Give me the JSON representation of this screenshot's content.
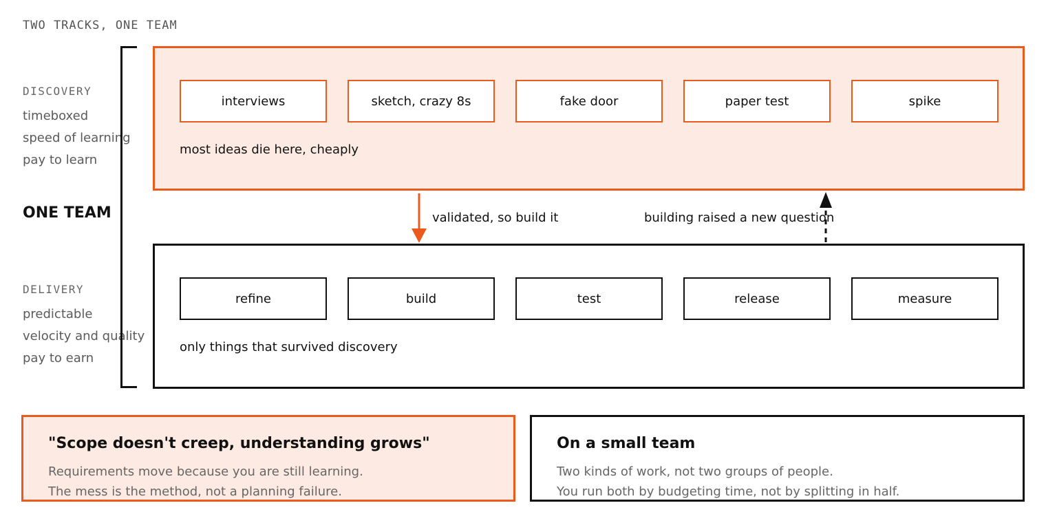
{
  "header": {
    "eyebrow": "TWO TRACKS, ONE TEAM"
  },
  "team_label": "ONE TEAM",
  "discovery": {
    "label": "DISCOVERY",
    "traits": [
      "timeboxed",
      "speed of learning",
      "pay to learn"
    ],
    "steps": [
      "interviews",
      "sketch, crazy 8s",
      "fake door",
      "paper test",
      "spike"
    ],
    "note": "most ideas die here, cheaply"
  },
  "delivery": {
    "label": "DELIVERY",
    "traits": [
      "predictable",
      "velocity and quality",
      "pay to earn"
    ],
    "steps": [
      "refine",
      "build",
      "test",
      "release",
      "measure"
    ],
    "note": "only things that survived discovery"
  },
  "flows": {
    "down_label": "validated, so build it",
    "up_label": "building raised a new question"
  },
  "callouts": {
    "quote": {
      "title": "\"Scope doesn't creep, understanding grows\"",
      "lines": [
        "Requirements move because you are still learning.",
        "The mess is the method, not a planning failure."
      ]
    },
    "small_team": {
      "title": "On a small team",
      "lines": [
        "Two kinds of work, not two groups of people.",
        "You run both by budgeting time, not by splitting in half."
      ]
    }
  },
  "colors": {
    "accent": "#ea5a1c",
    "accent_fill": "#fdebe3",
    "ink": "#111111",
    "muted": "#666666"
  }
}
